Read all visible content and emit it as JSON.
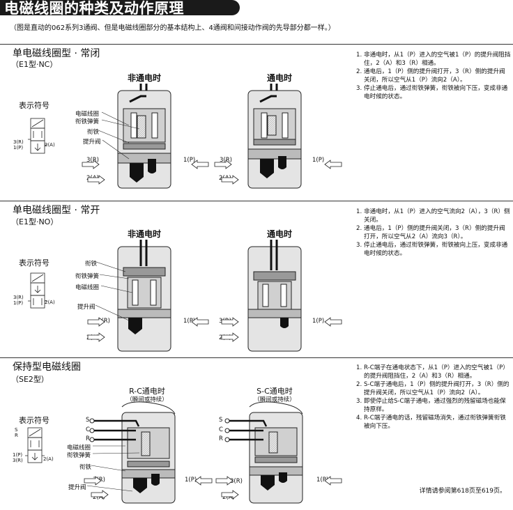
{
  "header": {
    "title": "电磁线圈的种类及动作原理",
    "subtitle": "（图是直动的062系列3通阀、但是电磁线圈部分的基本结构上、4通阀和间接动作阀的先导部分都一样。）"
  },
  "sections": [
    {
      "title": "单电磁线圈型 · 常闭",
      "subtitle": "（E1型·NC）",
      "symbol_label": "表示符号",
      "symbol_ports": {
        "left": "3(R)\n1(P)",
        "right": "2(A)"
      },
      "states": [
        {
          "label": "非通电时",
          "note": ""
        },
        {
          "label": "通电时",
          "note": ""
        }
      ],
      "part_labels": [
        "电磁线圈",
        "衔铁弹簧",
        "衔铁",
        "提升阀"
      ],
      "ports": {
        "r": "3(R)",
        "p": "1(P)",
        "a": "2(A)"
      },
      "description": [
        {
          "n": "1.",
          "text": "非通电时，从1（P）进入的空气被1（P）的提升阀阻挡住，2（A）和3（R）相通。"
        },
        {
          "n": "2.",
          "text": "通电后，1（P）侧的提升阀打开，3（R）侧的提升阀关闭，所以空气从1（P）流向2（A）。"
        },
        {
          "n": "3.",
          "text": "停止通电后，通过衔铁弹簧，衔铁被向下压，变成非通电时候的状态。"
        }
      ]
    },
    {
      "title": "单电磁线圈型 · 常开",
      "subtitle": "（E1型·NO）",
      "symbol_label": "表示符号",
      "symbol_ports": {
        "left": "3(R)\n1(P)",
        "right": "2(A)"
      },
      "states": [
        {
          "label": "非通电时",
          "note": ""
        },
        {
          "label": "通电时",
          "note": ""
        }
      ],
      "part_labels": [
        "衔铁",
        "衔铁弹簧",
        "电磁线圈",
        "提升阀"
      ],
      "ports": {
        "r": "3(R)",
        "p": "1(P)",
        "a": "2(A)"
      },
      "description": [
        {
          "n": "1.",
          "text": "非通电时，从1（P）进入的空气流向2（A），3（R）侧关闭。"
        },
        {
          "n": "2.",
          "text": "通电后，1（P）侧的提升阀关闭，3（R）侧的提升阀打开，所以空气从2（A）流向3（R）。"
        },
        {
          "n": "3.",
          "text": "停止通电后，通过衔铁弹簧，衔铁被向上压，变成非通电时候的状态。"
        }
      ]
    },
    {
      "title": "保持型电磁线圈",
      "subtitle": "（SE2型）",
      "symbol_label": "表示符号",
      "symbol_ports": {
        "left": "1(P)\n3(R)",
        "right": "2(A)",
        "top": "S\nR"
      },
      "states": [
        {
          "label": "R-C通电时",
          "note": "（瞬间或持续）"
        },
        {
          "label": "S-C通电时",
          "note": "（瞬间或持续）"
        }
      ],
      "terminals": [
        "S",
        "C",
        "R"
      ],
      "part_labels": [
        "电磁线圈",
        "衔铁弹簧",
        "衔铁",
        "提升阀"
      ],
      "ports": {
        "r": "3(R)",
        "p": "1(P)",
        "a": "2(A)"
      },
      "description": [
        {
          "n": "1.",
          "text": "R-C端子在通电状态下，从1（P）进入的空气被1（P）的提升阀阻挡住，2（A）和3（R）相通。"
        },
        {
          "n": "2.",
          "text": "S-C端子通电后，1（P）侧的提升阀打开，3（R）侧的提升阀关闭，所以空气从1（P）流向2（A）。"
        },
        {
          "n": "3.",
          "text": "即使停止给S-C端子通电，通过强烈的残留磁场也能保持原样。"
        },
        {
          "n": "4.",
          "text": "R-C端子通电的话，残留磁场消失，通过衔铁弹簧衔铁被向下压。"
        }
      ]
    }
  ],
  "footer": "详情请参阅第618页至619页。"
}
